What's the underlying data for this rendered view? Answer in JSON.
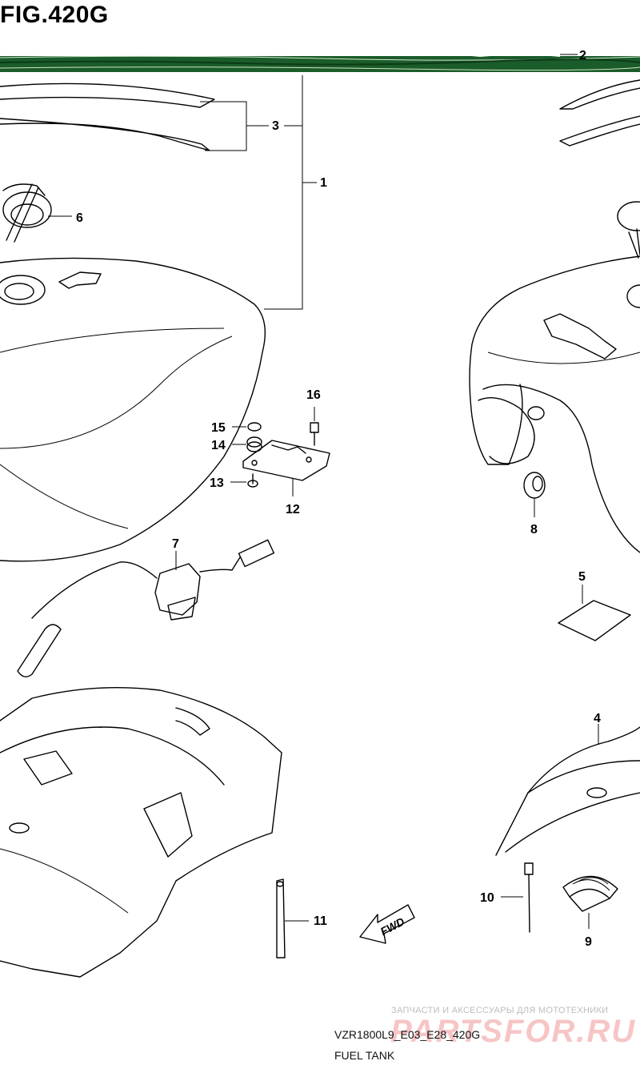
{
  "figure": {
    "title": "FIG.420G"
  },
  "footer": {
    "model_code": "VZR1800L9_E03_E28_420G",
    "caption": "FUEL TANK"
  },
  "watermark": {
    "tagline": "ЗАПЧАСТИ И АКСЕССУАРЫ ДЛЯ МОТОТЕХНИКИ",
    "brand": "PARTSFOR.RU"
  },
  "direction_label": "FWD",
  "callouts": [
    "1",
    "2",
    "3",
    "4",
    "5",
    "6",
    "7",
    "8",
    "9",
    "10",
    "11",
    "12",
    "13",
    "14",
    "15",
    "16"
  ],
  "colors": {
    "band": "#1a5c2a",
    "line": "#000000",
    "watermark": "#e75a5a"
  }
}
